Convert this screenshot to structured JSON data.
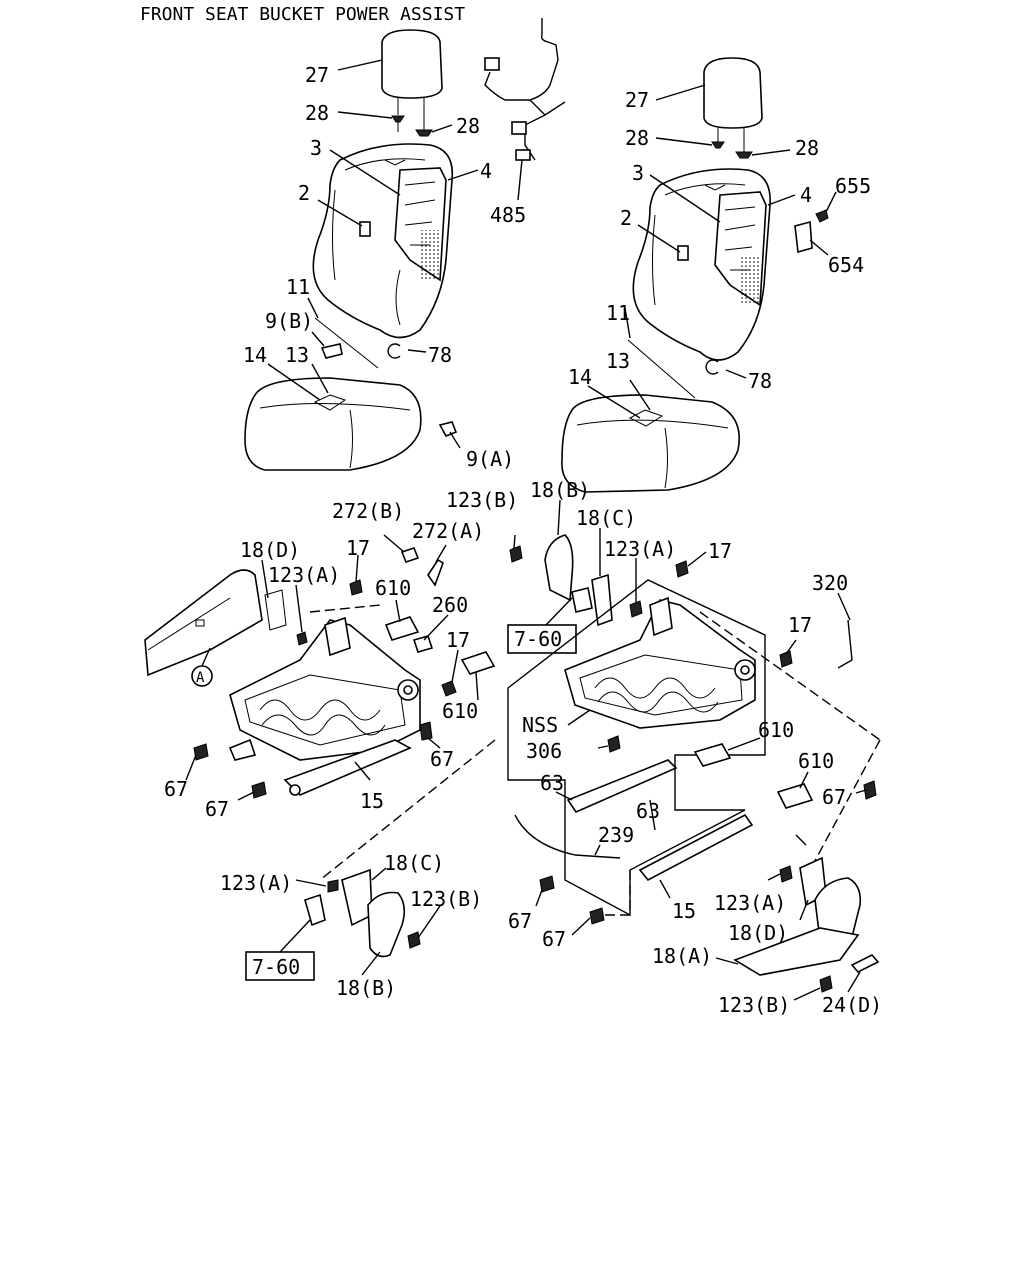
{
  "title": "FRONT SEAT BUCKET POWER ASSIST",
  "labels": {
    "l27a": "27",
    "l28a": "28",
    "l28b": "28",
    "l3a": "3",
    "l4a": "4",
    "l2a": "2",
    "l485": "485",
    "l11a": "11",
    "l9b": "9(B)",
    "l78a": "78",
    "l14a": "14",
    "l13a": "13",
    "l9a": "9(A)",
    "l27b": "27",
    "l28c": "28",
    "l28d": "28",
    "l3b": "3",
    "l4b": "4",
    "l655": "655",
    "l2b": "2",
    "l654": "654",
    "l11b": "11",
    "l78b": "78",
    "l13b": "13",
    "l14b": "14",
    "l272b": "272(B)",
    "l272a": "272(A)",
    "l18d": "18(D)",
    "l17a": "17",
    "l123a1": "123(A)",
    "l610a": "610",
    "l260": "260",
    "l17b": "17",
    "l610b": "610",
    "l67a": "67",
    "l67b": "67",
    "l67c": "67",
    "l15a": "15",
    "lA": "A",
    "l123b1": "123(B)",
    "l18b1": "18(B)",
    "l18c1": "18(C)",
    "l123a2": "123(A)",
    "l17c": "17",
    "l760a": "7-60",
    "l320": "320",
    "l17d": "17",
    "lnss": "NSS",
    "l306": "306",
    "l610c": "610",
    "l610d": "610",
    "l67d": "67",
    "l63a": "63",
    "l63b": "63",
    "l239": "239",
    "l67e": "67",
    "l67f": "67",
    "l15b": "15",
    "l18c2": "18(C)",
    "l123a3": "123(A)",
    "l123b2": "123(B)",
    "l760b": "7-60",
    "l18b2": "18(B)",
    "l123a4": "123(A)",
    "l18d2": "18(D)",
    "l18a": "18(A)",
    "l123b3": "123(B)",
    "l24d": "24(D)"
  }
}
